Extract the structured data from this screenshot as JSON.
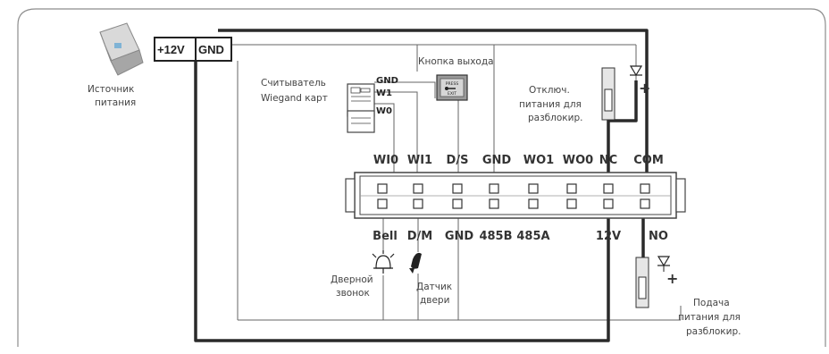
{
  "power_supply": {
    "label_line1": "Источник",
    "label_line2": "питания",
    "terminal_plus": "+12V",
    "terminal_gnd": "GND"
  },
  "card_reader": {
    "label_line1": "Считыватель",
    "label_line2": "Wiegand карт",
    "pins": [
      "GND",
      "W1",
      "W0"
    ]
  },
  "exit_button": {
    "label": "Кнопка выхода",
    "face_top": "PRESS",
    "face_bottom": "EXIT"
  },
  "lock_nc": {
    "label_line1": "Отключ.",
    "label_line2": "питания для",
    "label_line3": "разблокир."
  },
  "lock_no": {
    "label_line1": "Подача",
    "label_line2": "питания для",
    "label_line3": "разблокир."
  },
  "bell": {
    "label_line1": "Дверной",
    "label_line2": "звонок"
  },
  "door_sensor": {
    "label_line1": "Датчик",
    "label_line2": "двери"
  },
  "terminal_top": [
    "WI0",
    "WI1",
    "D/S",
    "GND",
    "WO1",
    "WO0",
    "NC",
    "COM"
  ],
  "terminal_bottom": [
    "Bell",
    "D/M",
    "GND",
    "485B",
    "485A",
    "",
    "12V",
    "NO"
  ]
}
